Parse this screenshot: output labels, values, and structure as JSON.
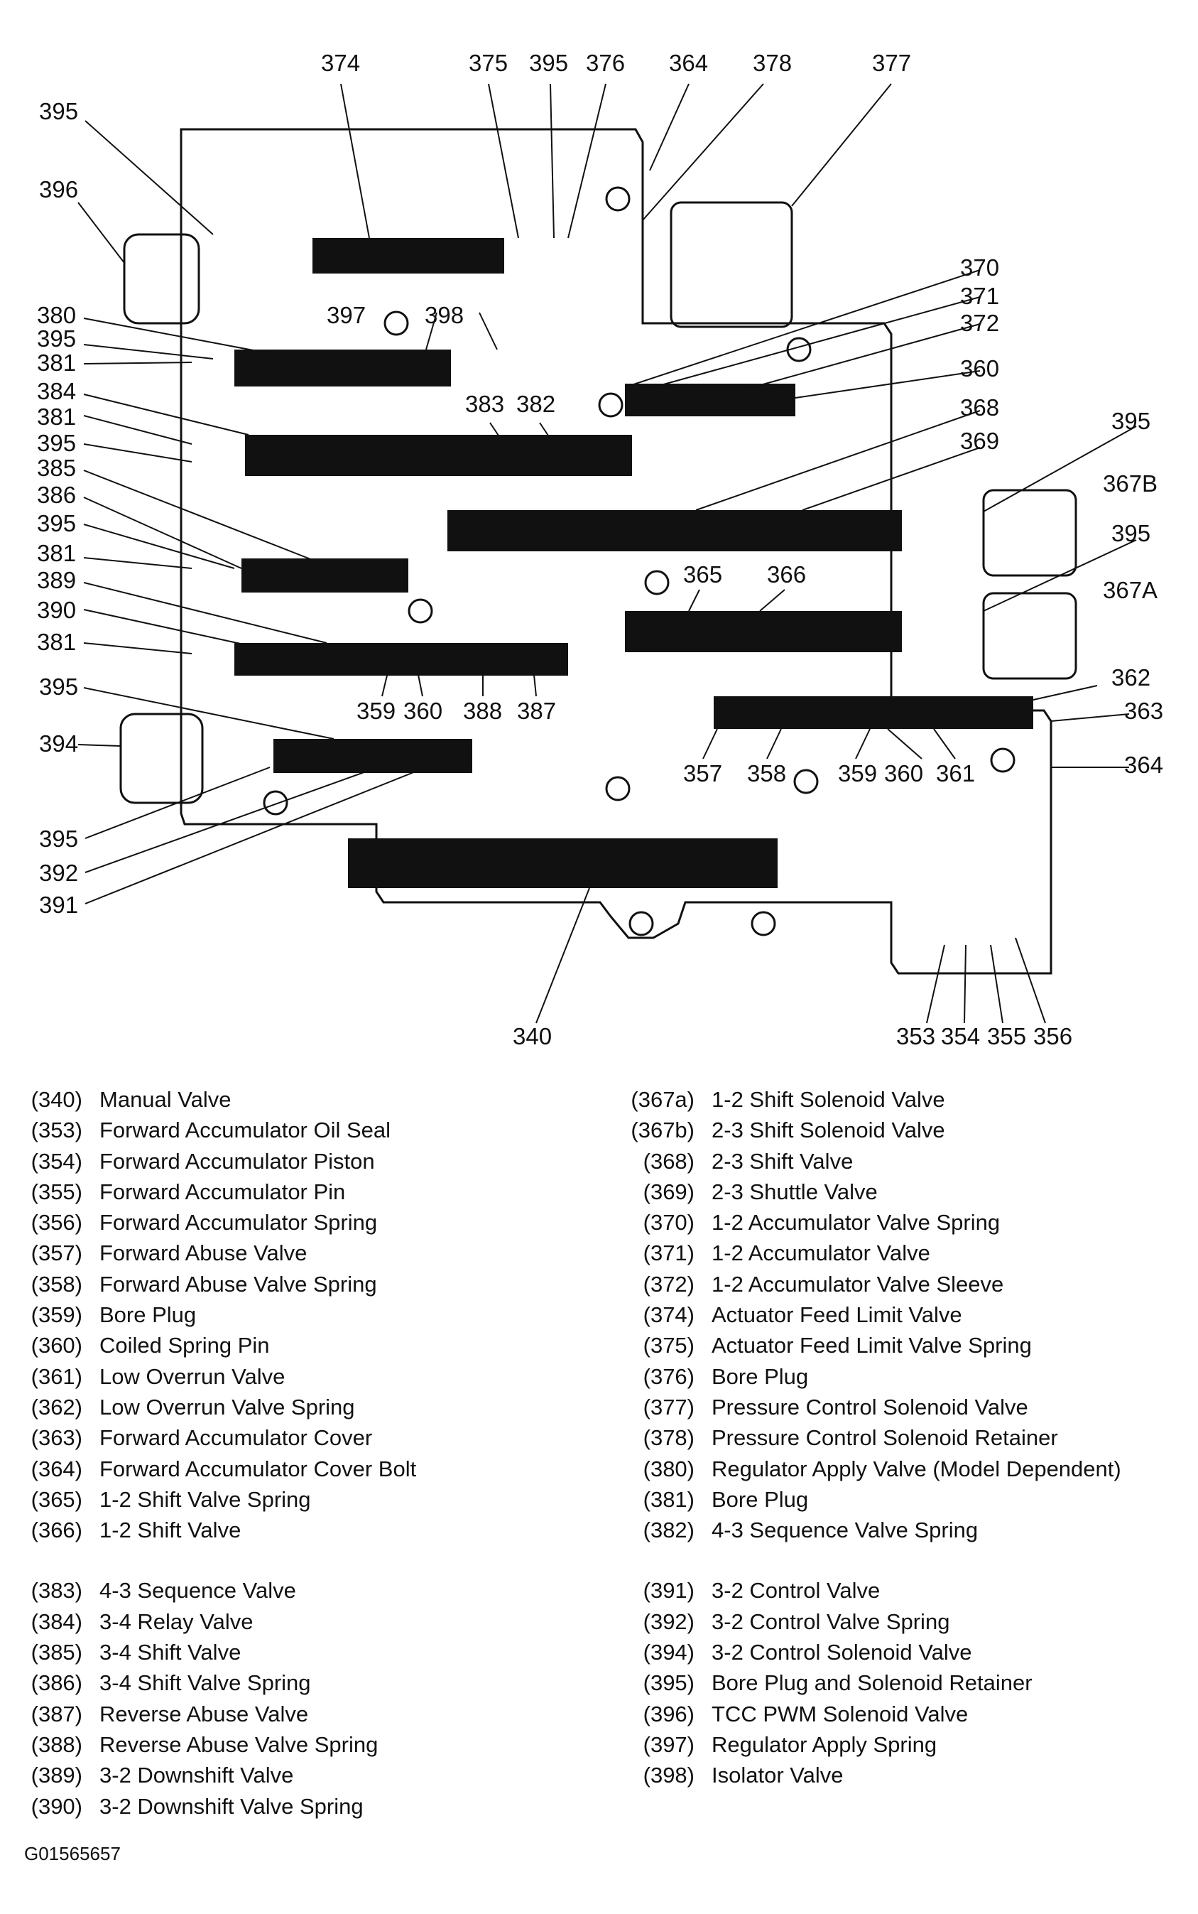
{
  "figure_id": "G01565657",
  "diagram": {
    "callouts": {
      "c374": "374",
      "c375": "375",
      "c395_top": "395",
      "c376": "376",
      "c364_top": "364",
      "c378": "378",
      "c377": "377",
      "c395_a": "395",
      "c396": "396",
      "c370": "370",
      "c371": "371",
      "c372": "372",
      "c380": "380",
      "c397": "397",
      "c398": "398",
      "c395_b": "395",
      "c381_a": "381",
      "c360_a": "360",
      "c384": "384",
      "c368": "368",
      "c381_b": "381",
      "c383": "383",
      "c382": "382",
      "c395_c": "395",
      "c369": "369",
      "c395_r1": "395",
      "c385": "385",
      "c367b": "367B",
      "c386": "386",
      "c395_d": "395",
      "c395_r2": "395",
      "c381_c": "381",
      "c365": "365",
      "c366": "366",
      "c389": "389",
      "c367a": "367A",
      "c390": "390",
      "c381_d": "381",
      "c362": "362",
      "c359_a": "359",
      "c360_b": "360",
      "c388": "388",
      "c387": "387",
      "c395_e": "395",
      "c363": "363",
      "c394": "394",
      "c357": "357",
      "c358": "358",
      "c359_b": "359",
      "c360_c": "360",
      "c361": "361",
      "c364_b": "364",
      "c395_f": "395",
      "c392": "392",
      "c391": "391",
      "c340": "340",
      "c353": "353",
      "c354": "354",
      "c355": "355",
      "c356": "356"
    }
  },
  "legend_left": [
    {
      "num": "(340)",
      "name": "Manual Valve"
    },
    {
      "num": "(353)",
      "name": "Forward Accumulator Oil Seal"
    },
    {
      "num": "(354)",
      "name": "Forward Accumulator Piston"
    },
    {
      "num": "(355)",
      "name": "Forward Accumulator Pin"
    },
    {
      "num": "(356)",
      "name": "Forward Accumulator Spring"
    },
    {
      "num": "(357)",
      "name": "Forward Abuse Valve"
    },
    {
      "num": "(358)",
      "name": "Forward Abuse Valve Spring"
    },
    {
      "num": "(359)",
      "name": "Bore Plug"
    },
    {
      "num": "(360)",
      "name": "Coiled Spring Pin"
    },
    {
      "num": "(361)",
      "name": "Low Overrun Valve"
    },
    {
      "num": "(362)",
      "name": "Low Overrun Valve Spring"
    },
    {
      "num": "(363)",
      "name": "Forward Accumulator Cover"
    },
    {
      "num": "(364)",
      "name": "Forward Accumulator Cover Bolt"
    },
    {
      "num": "(365)",
      "name": "1-2 Shift Valve Spring"
    },
    {
      "num": "(366)",
      "name": "1-2 Shift Valve"
    },
    {
      "num": "(383)",
      "name": "4-3 Sequence Valve"
    },
    {
      "num": "(384)",
      "name": "3-4 Relay Valve"
    },
    {
      "num": "(385)",
      "name": "3-4 Shift Valve"
    },
    {
      "num": "(386)",
      "name": "3-4 Shift Valve Spring"
    },
    {
      "num": "(387)",
      "name": "Reverse Abuse Valve"
    },
    {
      "num": "(388)",
      "name": "Reverse Abuse Valve Spring"
    },
    {
      "num": "(389)",
      "name": "3-2 Downshift Valve"
    },
    {
      "num": "(390)",
      "name": "3-2 Downshift Valve Spring"
    }
  ],
  "legend_right": [
    {
      "num": "(367a)",
      "name": "1-2 Shift Solenoid Valve"
    },
    {
      "num": "(367b)",
      "name": "2-3 Shift Solenoid Valve"
    },
    {
      "num": "(368)",
      "name": "2-3 Shift Valve"
    },
    {
      "num": "(369)",
      "name": "2-3 Shuttle Valve"
    },
    {
      "num": "(370)",
      "name": "1-2 Accumulator Valve Spring"
    },
    {
      "num": "(371)",
      "name": "1-2 Accumulator Valve"
    },
    {
      "num": "(372)",
      "name": "1-2 Accumulator Valve Sleeve"
    },
    {
      "num": "(374)",
      "name": "Actuator Feed Limit Valve"
    },
    {
      "num": "(375)",
      "name": "Actuator Feed Limit Valve Spring"
    },
    {
      "num": "(376)",
      "name": "Bore Plug"
    },
    {
      "num": "(377)",
      "name": "Pressure Control Solenoid Valve"
    },
    {
      "num": "(378)",
      "name": "Pressure Control Solenoid Retainer"
    },
    {
      "num": "(380)",
      "name": "Regulator Apply Valve (Model Dependent)"
    },
    {
      "num": "(381)",
      "name": "Bore Plug"
    },
    {
      "num": "(382)",
      "name": "4-3 Sequence Valve Spring"
    },
    {
      "num": "(391)",
      "name": "3-2 Control Valve"
    },
    {
      "num": "(392)",
      "name": "3-2 Control Valve Spring"
    },
    {
      "num": "(394)",
      "name": "3-2 Control Solenoid Valve"
    },
    {
      "num": "(395)",
      "name": "Bore Plug and Solenoid Retainer"
    },
    {
      "num": "(396)",
      "name": "TCC PWM Solenoid Valve"
    },
    {
      "num": "(397)",
      "name": "Regulator Apply Spring"
    },
    {
      "num": "(398)",
      "name": "Isolator Valve"
    }
  ]
}
